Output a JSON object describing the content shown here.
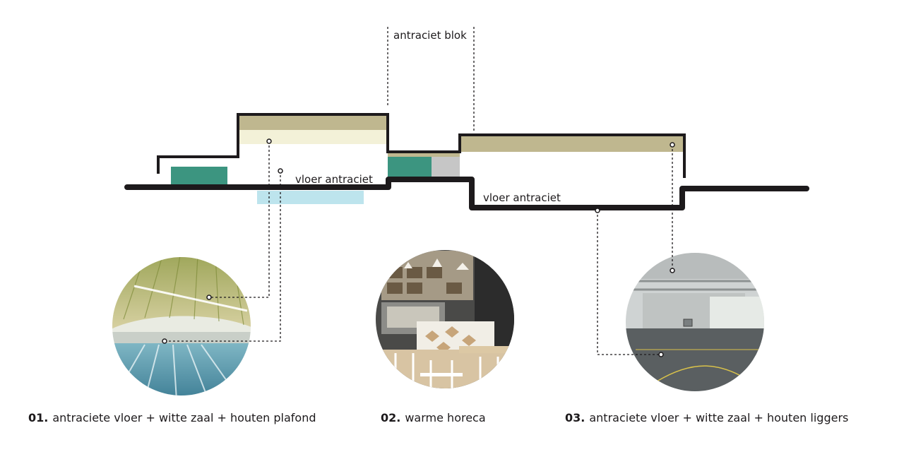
{
  "labels": {
    "top_block": "antraciet blok",
    "floor_left": "vloer antraciet",
    "floor_right": "vloer antraciet"
  },
  "captions": [
    {
      "num": "01.",
      "text": "antraciete vloer + witte zaal + houten plafond"
    },
    {
      "num": "02.",
      "text": "warme horeca"
    },
    {
      "num": "03.",
      "text": "antraciete vloer + witte zaal + houten liggers"
    }
  ],
  "colors": {
    "outline": "#1d1a1c",
    "wood": "#bfb78f",
    "wood_light": "#f3f1d8",
    "green": "#3c9580",
    "grey": "#c6c6c6",
    "water": "#bde4ed"
  },
  "photos": [
    {
      "name": "swimming-pool-photo"
    },
    {
      "name": "cafe-photo"
    },
    {
      "name": "sports-hall-photo"
    }
  ]
}
